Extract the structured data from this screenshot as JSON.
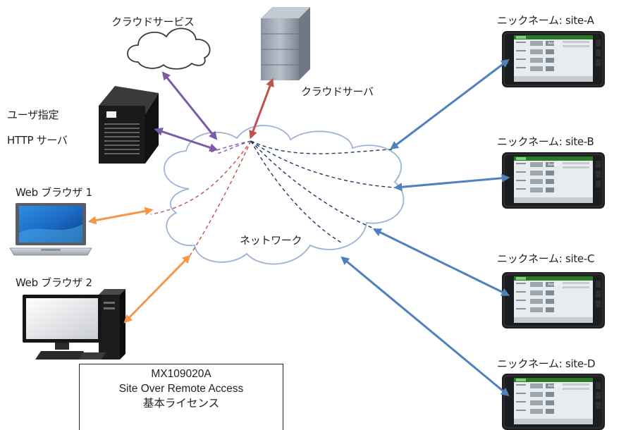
{
  "labels": {
    "cloud_service": "クラウドサービス",
    "cloud_server": "クラウドサーバ",
    "user_http_line1": "ユーザ指定",
    "user_http_line2": "HTTP サーバ",
    "web_browser_1": "Web  ブラウザ 1",
    "web_browser_2": "Web  ブラウザ 2",
    "network": "ネットワーク",
    "site_a": "ニックネーム: site-A",
    "site_b": "ニックネーム: site-B",
    "site_c": "ニックネーム: site-C",
    "site_d": "ニックネーム: site-D"
  },
  "callout": {
    "model": "MX109020A",
    "product": "Site Over Remote Access",
    "license": "基本ライセンス"
  },
  "device": {
    "brand": "Anritsu"
  },
  "colors": {
    "purple_link": "#7b5aa6",
    "red_link": "#c0504d",
    "orange_link": "#f79646",
    "blue_link": "#4f81bd",
    "dashed_blue": "#1f3864",
    "cloud_outline": "#9db3d6"
  }
}
